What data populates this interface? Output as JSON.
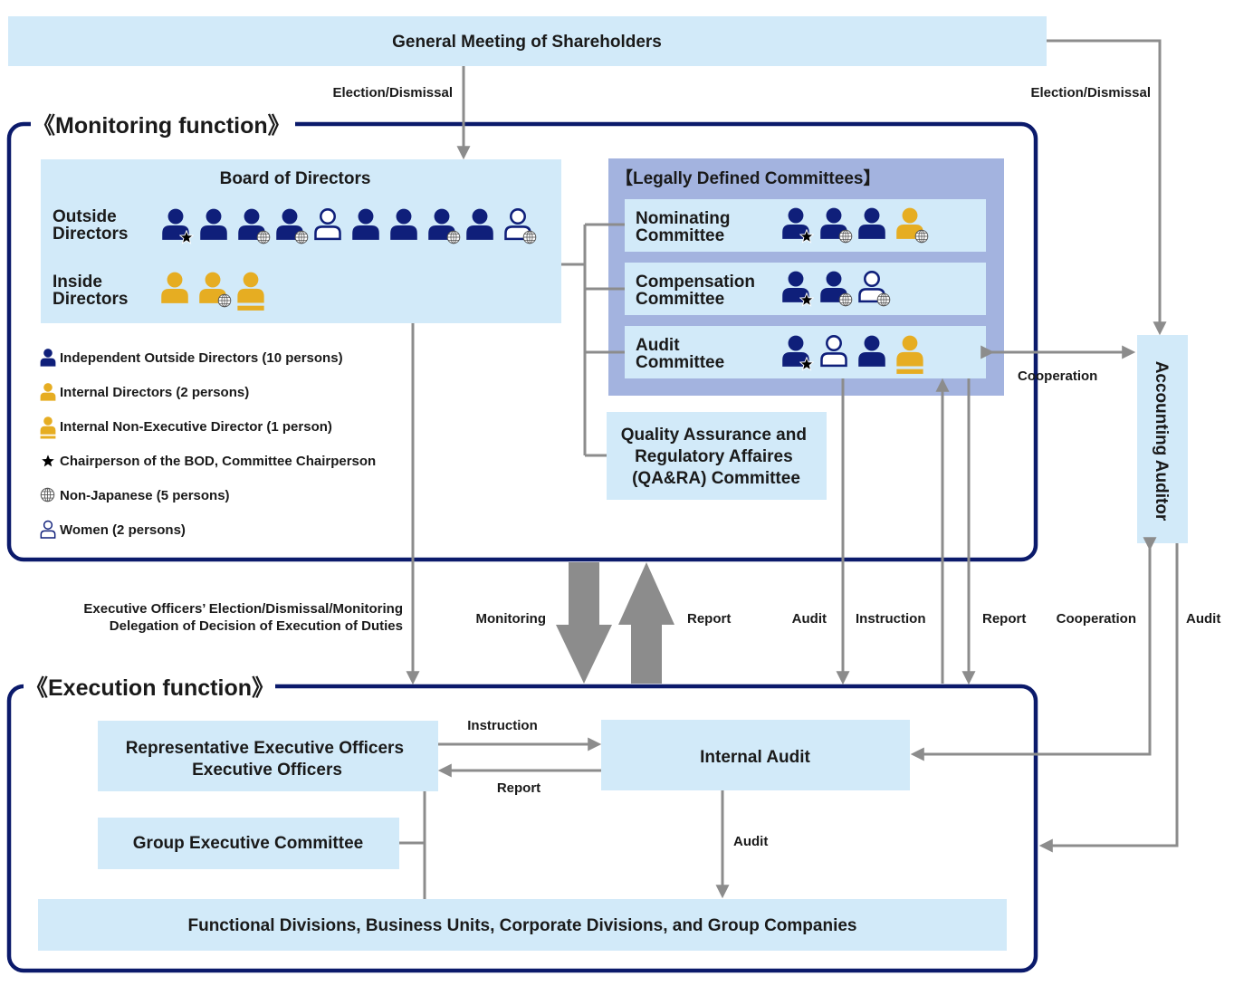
{
  "colors": {
    "navy": "#0f1f7a",
    "gold": "#e6ad22",
    "box_fill": "#d2eaf9",
    "committee_panel": "#a3b3df",
    "arrow_gray": "#8c8c8c",
    "frame_navy": "#0b1a6b"
  },
  "shareholders": {
    "label": "General Meeting of Shareholders"
  },
  "edge_labels": {
    "election_left": "Election/Dismissal",
    "election_right": "Election/Dismissal",
    "cooperation_top": "Cooperation",
    "exec_line1": "Executive Officers’ Election/Dismissal/Monitoring",
    "exec_line2": "Delegation of Decision of Execution of Duties",
    "monitoring": "Monitoring",
    "report_big": "Report",
    "audit_mid": "Audit",
    "instruction_mid": "Instruction",
    "report_mid": "Report",
    "cooperation_bottom": "Cooperation",
    "audit_right": "Audit",
    "instruction_inner": "Instruction",
    "report_inner": "Report",
    "audit_inner": "Audit"
  },
  "monitoring_section": {
    "title": "《Monitoring function》"
  },
  "execution_section": {
    "title": "《Execution function》"
  },
  "board": {
    "title": "Board of Directors",
    "outside_line1": "Outside",
    "outside_line2": "Directors",
    "inside_line1": "Inside",
    "inside_line2": "Directors",
    "outside_icons": [
      "independent-chair",
      "independent",
      "independent-nonjapanese",
      "independent-nonjapanese",
      "woman",
      "independent",
      "independent",
      "independent-nonjapanese",
      "independent",
      "woman-nonjapanese"
    ],
    "inside_icons": [
      "internal",
      "internal-nonjapanese",
      "internal-nonexecutive"
    ]
  },
  "committees": {
    "title": "【Legally Defined Committees】",
    "nominating_line1": "Nominating",
    "nominating_line2": "Committee",
    "compensation_line1": "Compensation",
    "compensation_line2": "Committee",
    "audit_line1": "Audit",
    "audit_line2": "Committee",
    "nominating_icons": [
      "independent-chair",
      "independent-nonjapanese",
      "independent",
      "internal-nonjapanese"
    ],
    "compensation_icons": [
      "independent-chair",
      "independent-nonjapanese",
      "woman-nonjapanese"
    ],
    "audit_icons": [
      "independent-chair",
      "woman",
      "independent",
      "internal-nonexecutive"
    ]
  },
  "qara": {
    "line1": "Quality Assurance and",
    "line2": "Regulatory Affaires",
    "line3": "(QA&RA) Committee"
  },
  "legend": [
    {
      "icon": "independent",
      "text": "Independent Outside Directors (10 persons)"
    },
    {
      "icon": "internal",
      "text": "Internal Directors (2 persons)"
    },
    {
      "icon": "internal-nonexecutive",
      "text": "Internal Non-Executive Director (1 person)"
    },
    {
      "icon": "star",
      "text": "Chairperson of the BOD, Committee Chairperson"
    },
    {
      "icon": "globe",
      "text": "Non-Japanese (5 persons)"
    },
    {
      "icon": "woman",
      "text": "Women (2 persons)"
    }
  ],
  "accounting_auditor": {
    "label": "Accounting Auditor"
  },
  "exec_officers": {
    "line1": "Representative Executive Officers",
    "line2": "Executive Officers"
  },
  "internal_audit": {
    "label": "Internal Audit"
  },
  "group_exec": {
    "label": "Group Executive Committee"
  },
  "divisions": {
    "label": "Functional Divisions, Business Units, Corporate Divisions, and Group Companies"
  }
}
